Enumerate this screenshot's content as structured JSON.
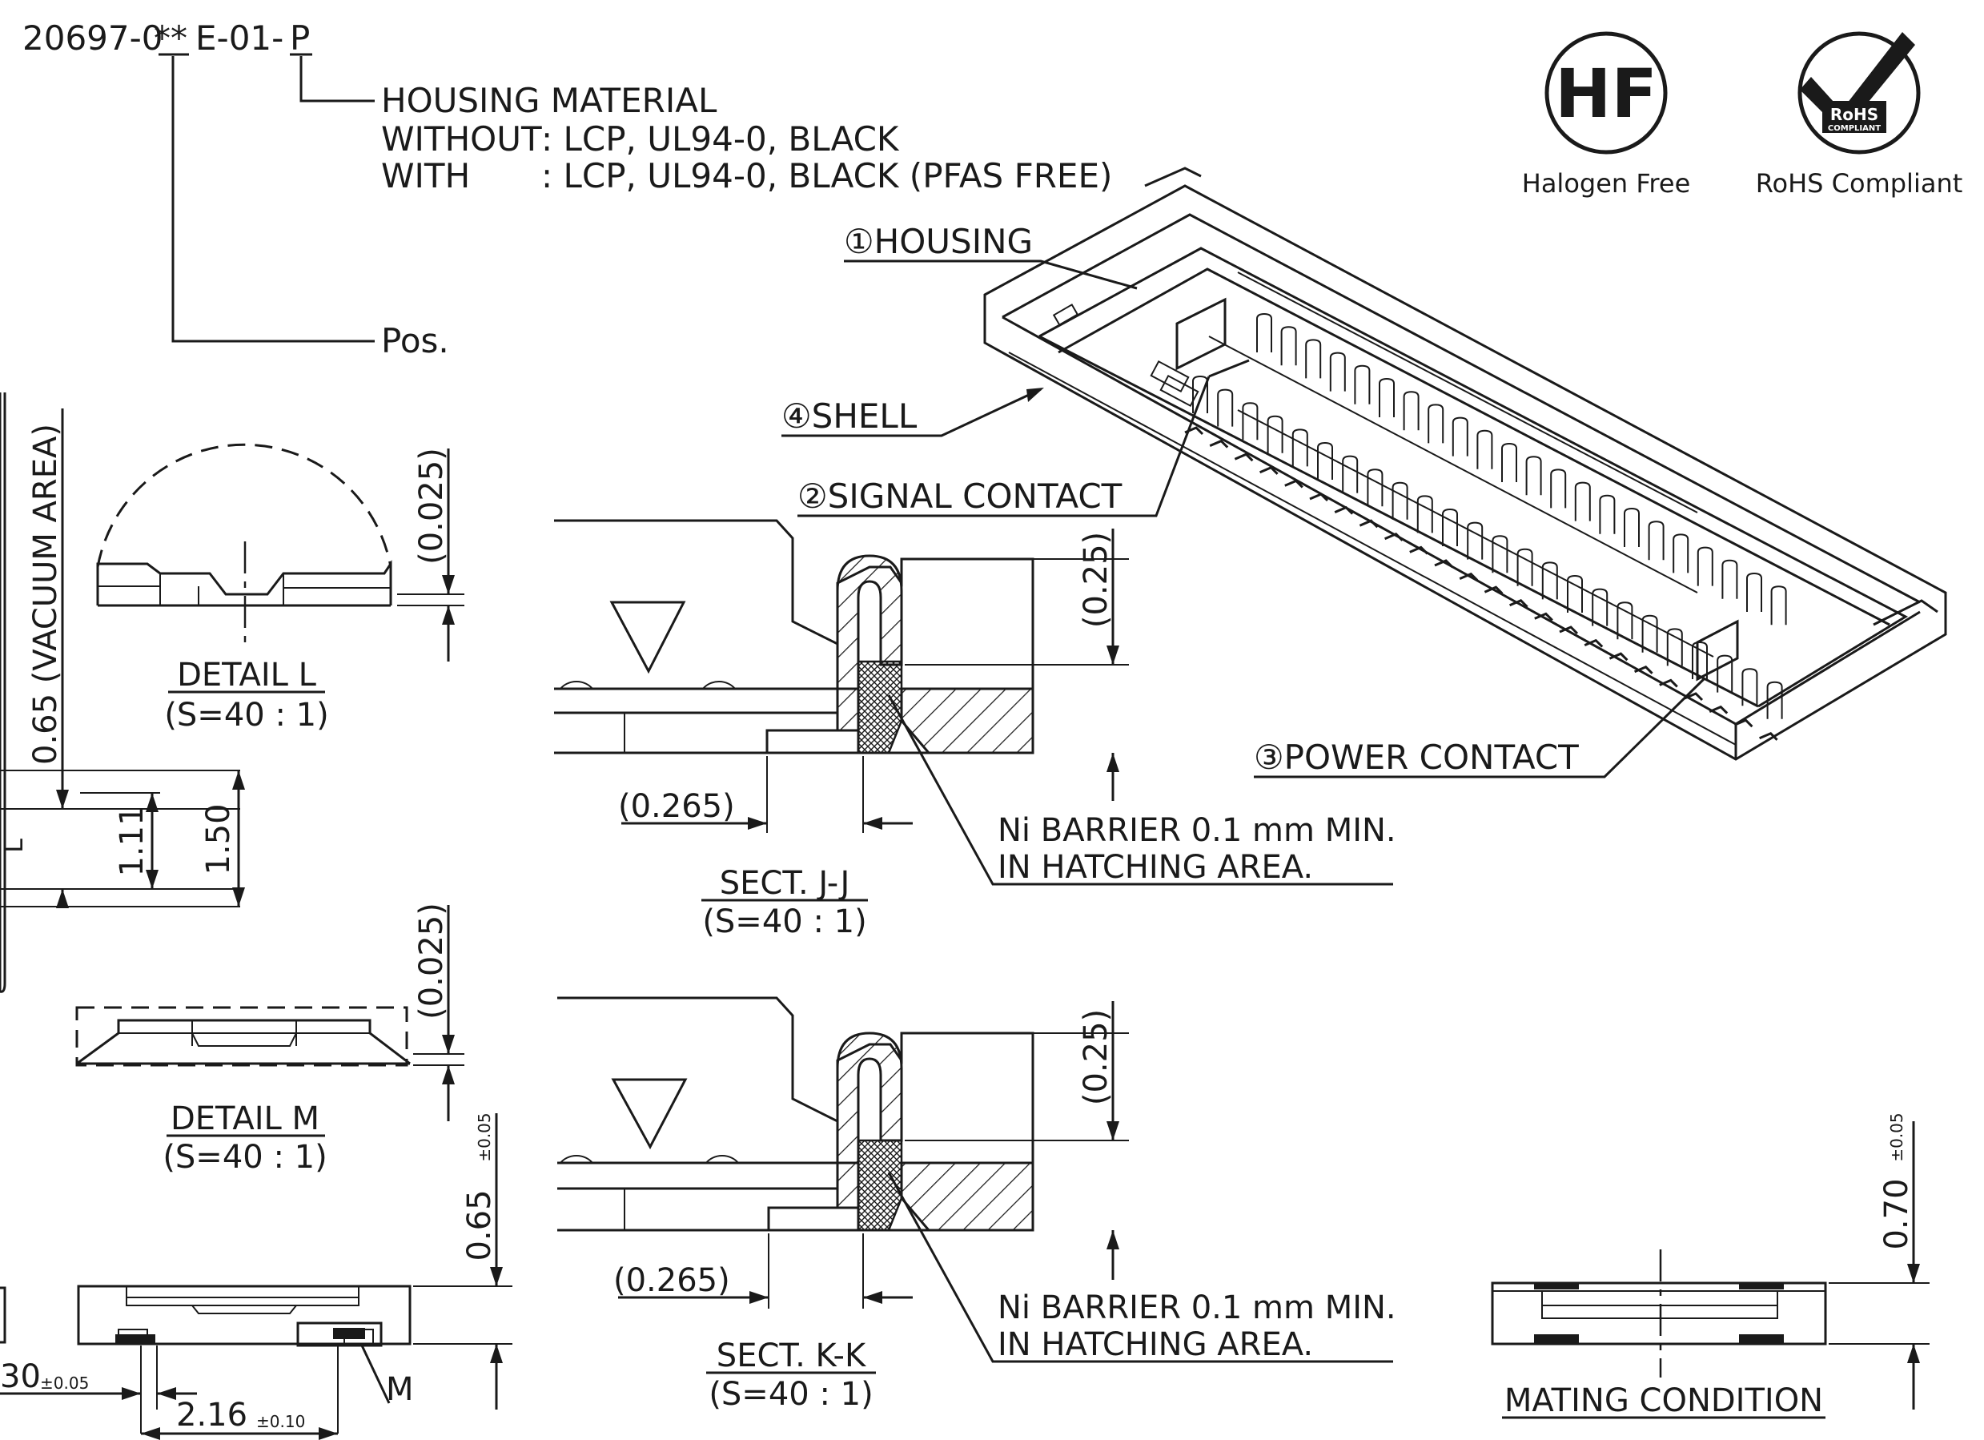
{
  "part_number": {
    "prefix": "20697-0",
    "stars": "**",
    "middle": "E-01-",
    "suffix": "P"
  },
  "housing_material": {
    "title": "HOUSING MATERIAL",
    "without_label": "WITHOUT",
    "without_value": ": LCP, UL94-0, BLACK",
    "with_label": "WITH",
    "with_value": ": LCP, UL94-0, BLACK (PFAS FREE)"
  },
  "pos_label": "Pos.",
  "badges": {
    "hf_mark": "HF",
    "hf_label": "Halogen Free",
    "rohs_mark_1": "RoHS",
    "rohs_mark_2": "COMPLIANT",
    "rohs_label": "RoHS Compliant"
  },
  "callouts": {
    "housing": "①HOUSING",
    "signal": "②SIGNAL CONTACT",
    "power": "③POWER CONTACT",
    "shell": "④SHELL"
  },
  "dimensions": {
    "vacuum": "0.65 (VACUUM AREA)",
    "d_0025_top": "(0.025)",
    "d_0025_mid": "(0.025)",
    "d_111": "1.11",
    "d_150": "1.50",
    "d_065": "0.65",
    "d_065_tol": "±0.05",
    "d_030": "30",
    "d_030_tol": "±0.05",
    "d_216": "2.16",
    "d_216_tol": "±0.10",
    "d_025_jj": "(0.25)",
    "d_0265_jj": "(0.265)",
    "d_025_kk": "(0.25)",
    "d_0265_kk": "(0.265)",
    "d_070": "0.70",
    "d_070_tol": "±0.05",
    "m_label": "M",
    "l_mark": "L"
  },
  "details": {
    "detail_l": "DETAIL L",
    "detail_l_scale": "(S=40 : 1)",
    "detail_m": "DETAIL M",
    "detail_m_scale": "(S=40 : 1)",
    "sect_jj": "SECT. J-J",
    "sect_jj_scale": "(S=40 : 1)",
    "sect_kk": "SECT. K-K",
    "sect_kk_scale": "(S=40 : 1)",
    "mating": "MATING CONDITION"
  },
  "notes": {
    "ni_jj_1": "Ni BARRIER 0.1 mm MIN.",
    "ni_jj_2": "IN HATCHING AREA.",
    "ni_kk_1": "Ni BARRIER 0.1 mm MIN.",
    "ni_kk_2": "IN HATCHING AREA."
  }
}
